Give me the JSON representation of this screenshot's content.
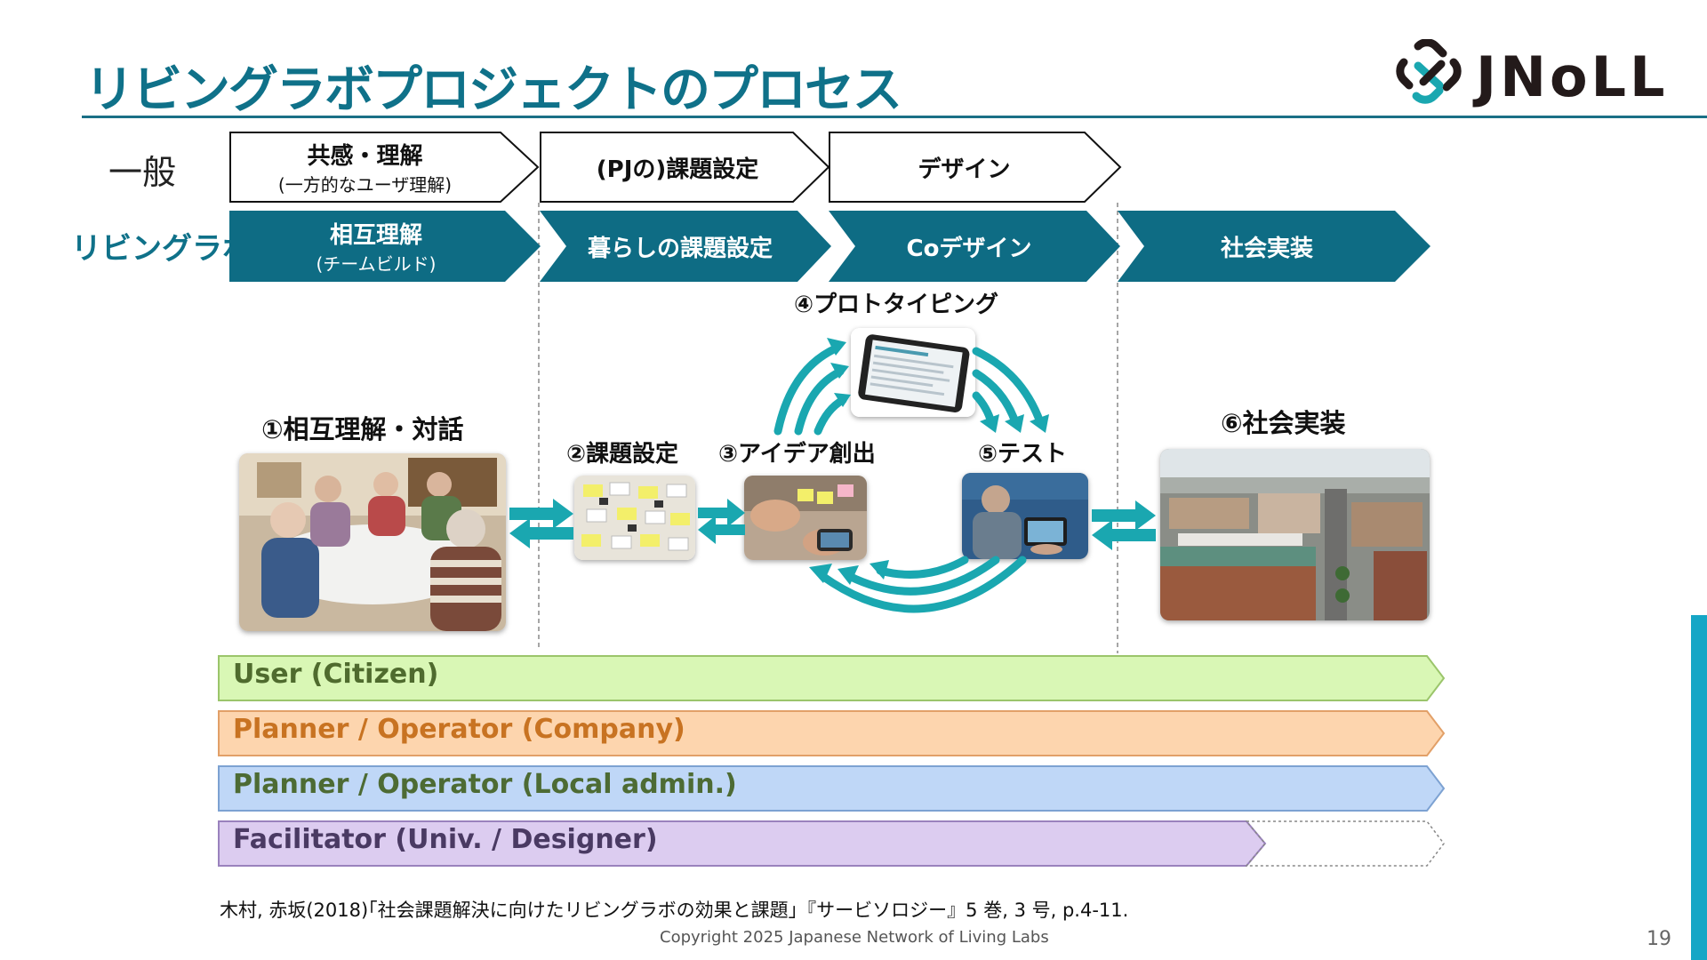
{
  "title": "リビングラボプロジェクトのプロセス",
  "logo": {
    "text": "JNoLL",
    "icon": "linked-chain-logo-icon"
  },
  "rows": {
    "general_label": "一般",
    "livinglab_label": "リビングラボ"
  },
  "general_phases": [
    {
      "main": "共感・理解",
      "sub": "(一方的なユーザ理解)"
    },
    {
      "main": "(PJの)課題設定",
      "sub": ""
    },
    {
      "main": "デザイン",
      "sub": ""
    }
  ],
  "livinglab_phases": [
    {
      "main": "相互理解",
      "sub": "(チームビルド)"
    },
    {
      "main": "暮らしの課題設定",
      "sub": ""
    },
    {
      "main": "Coデザイン",
      "sub": ""
    },
    {
      "main": "社会実装",
      "sub": ""
    }
  ],
  "steps": {
    "s1": "①相互理解・対話",
    "s2": "②課題設定",
    "s3": "③アイデア創出",
    "s4": "④プロトタイピング",
    "s5": "⑤テスト",
    "s6": "⑥社会実装"
  },
  "photos": {
    "p1": "group-discussion-photo",
    "p2": "sticky-notes-photo",
    "p3": "idea-prototyping-photo",
    "p4": "tablet-prototype-photo",
    "p5": "tablet-test-photo",
    "p6": "city-aerial-photo"
  },
  "roles": [
    {
      "label": "User  (Citizen)",
      "fill": "#d9f7b5",
      "text_color": "#4f6b2e"
    },
    {
      "label": "Planner / Operator (Company)",
      "fill": "#fdd5ae",
      "text_color": "#c87322"
    },
    {
      "label": "Planner / Operator (Local admin.)",
      "fill": "#bfd7f7",
      "text_color": "#4d6b34"
    },
    {
      "label": "Facilitator (Univ. / Designer)",
      "fill": "#dcccf0",
      "text_color": "#4a3a63"
    }
  ],
  "colors": {
    "accent": "#0f7189",
    "chevron_dark": "#0e6c84",
    "cycle_arrow": "#1aa7b0"
  },
  "reference": "木村, 赤坂(2018)｢社会課題解決に向けたリビングラボの効果と課題｣『サービソロジー』5 巻, 3 号, p.4-11.",
  "copyright": "Copyright 2025  Japanese Network of Living Labs",
  "page_number": "19"
}
